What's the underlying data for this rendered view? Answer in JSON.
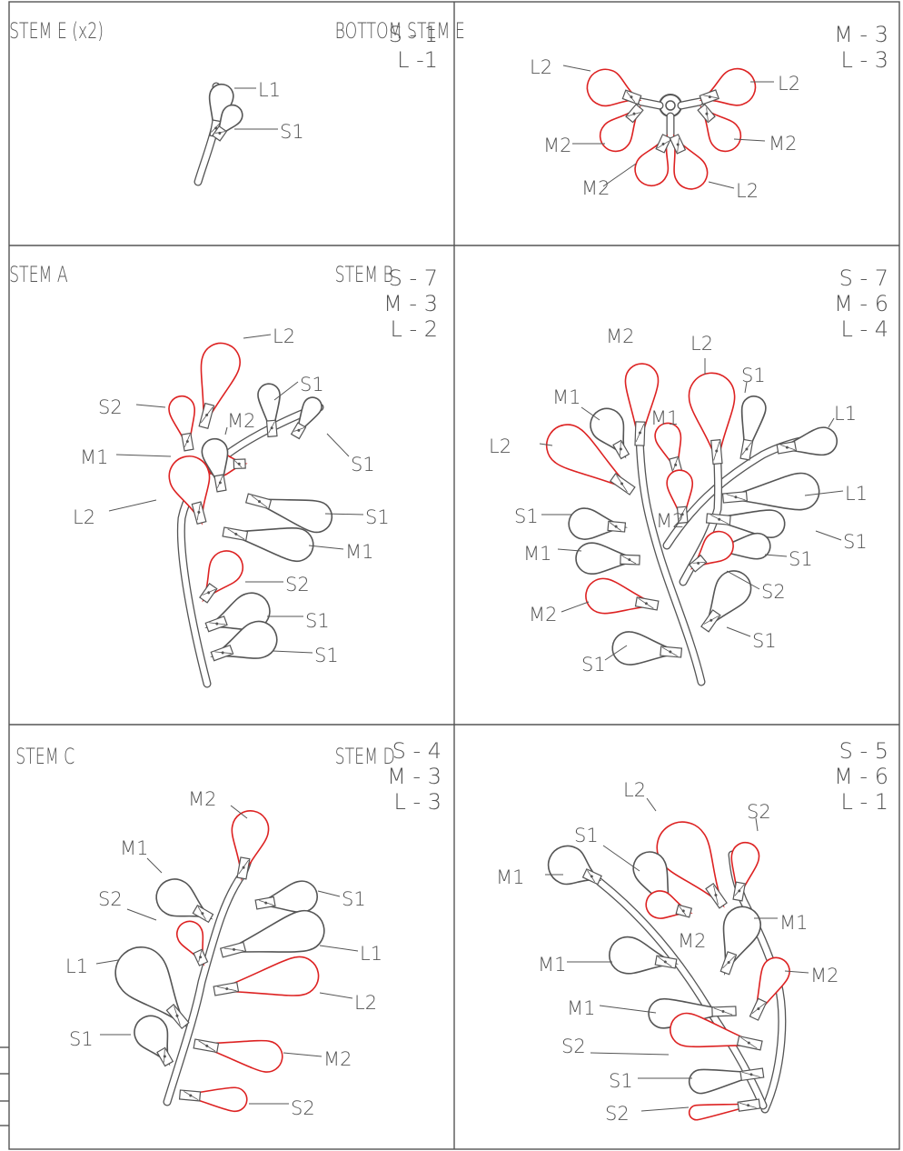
{
  "panels": [
    {
      "title": "STEM E (x2)",
      "counts": [
        "S - 1",
        "L -1"
      ],
      "labels": [
        "L1",
        "S1"
      ]
    },
    {
      "title": "BOTTOM STEM E",
      "counts": [
        "M - 3",
        "L - 3"
      ],
      "labels": [
        "L2",
        "L2",
        "M2",
        "M2",
        "M2",
        "L2"
      ]
    },
    {
      "title": "STEM A",
      "counts": [
        "S - 7",
        "M - 3",
        "L - 2"
      ],
      "labels": [
        "L2",
        "S1",
        "S2",
        "M2",
        "S1",
        "M1",
        "S1",
        "L2",
        "M1",
        "S2",
        "S1",
        "S1"
      ]
    },
    {
      "title": "STEM B",
      "counts": [
        "S - 7",
        "M - 6",
        "L - 4"
      ],
      "labels": [
        "M2",
        "L2",
        "S1",
        "M1",
        "M1",
        "L1",
        "L2",
        "L1",
        "S1",
        "M2",
        "S1",
        "M1",
        "S1",
        "S2",
        "M2",
        "S1",
        "S1"
      ]
    },
    {
      "title": "STEM C",
      "counts": [
        "S - 4",
        "M - 3",
        "L - 3"
      ],
      "labels": [
        "M2",
        "M1",
        "S1",
        "S2",
        "L1",
        "L1",
        "L2",
        "S1",
        "M2",
        "S2"
      ]
    },
    {
      "title": "STEM D",
      "counts": [
        "S - 5",
        "M - 6",
        "L - 1"
      ],
      "labels": [
        "L2",
        "S2",
        "S1",
        "M1",
        "M1",
        "M2",
        "M1",
        "M2",
        "M1",
        "S2",
        "S1",
        "S2"
      ]
    }
  ],
  "colors": {
    "line": "#555555",
    "highlight": "#dd2222"
  }
}
